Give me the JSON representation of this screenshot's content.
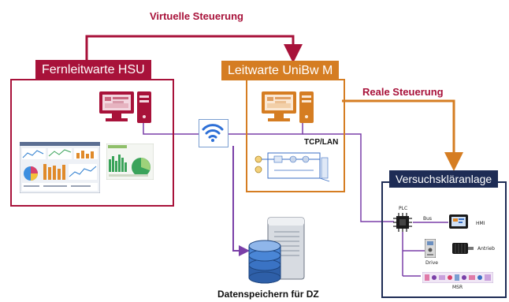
{
  "labels": {
    "virtual_control": "Virtuelle Steuerung",
    "real_control": "Reale Steuerung",
    "remote_station": "Fernleitwarte HSU",
    "control_room": "Leitwarte UniBw M",
    "test_plant": "Versuchskläranlage",
    "tcp_lan": "TCP/LAN",
    "data_storage": "Datenspeichern für DZ",
    "plc": "PLC",
    "bus": "Bus",
    "hmi": "HMI",
    "drive": "Drive",
    "antrieb": "Antrieb",
    "msr": "MSR"
  },
  "colors": {
    "crimson": "#a8123a",
    "orange": "#d57d22",
    "navy": "#1e2c55",
    "purple": "#7a3fa8",
    "wifi_blue": "#2d6fd6"
  },
  "icons": [
    "desktop-pc-icon",
    "wifi-icon",
    "database-server-icon",
    "plc-chip-icon",
    "hmi-panel-icon",
    "drive-icon",
    "motor-icon"
  ]
}
